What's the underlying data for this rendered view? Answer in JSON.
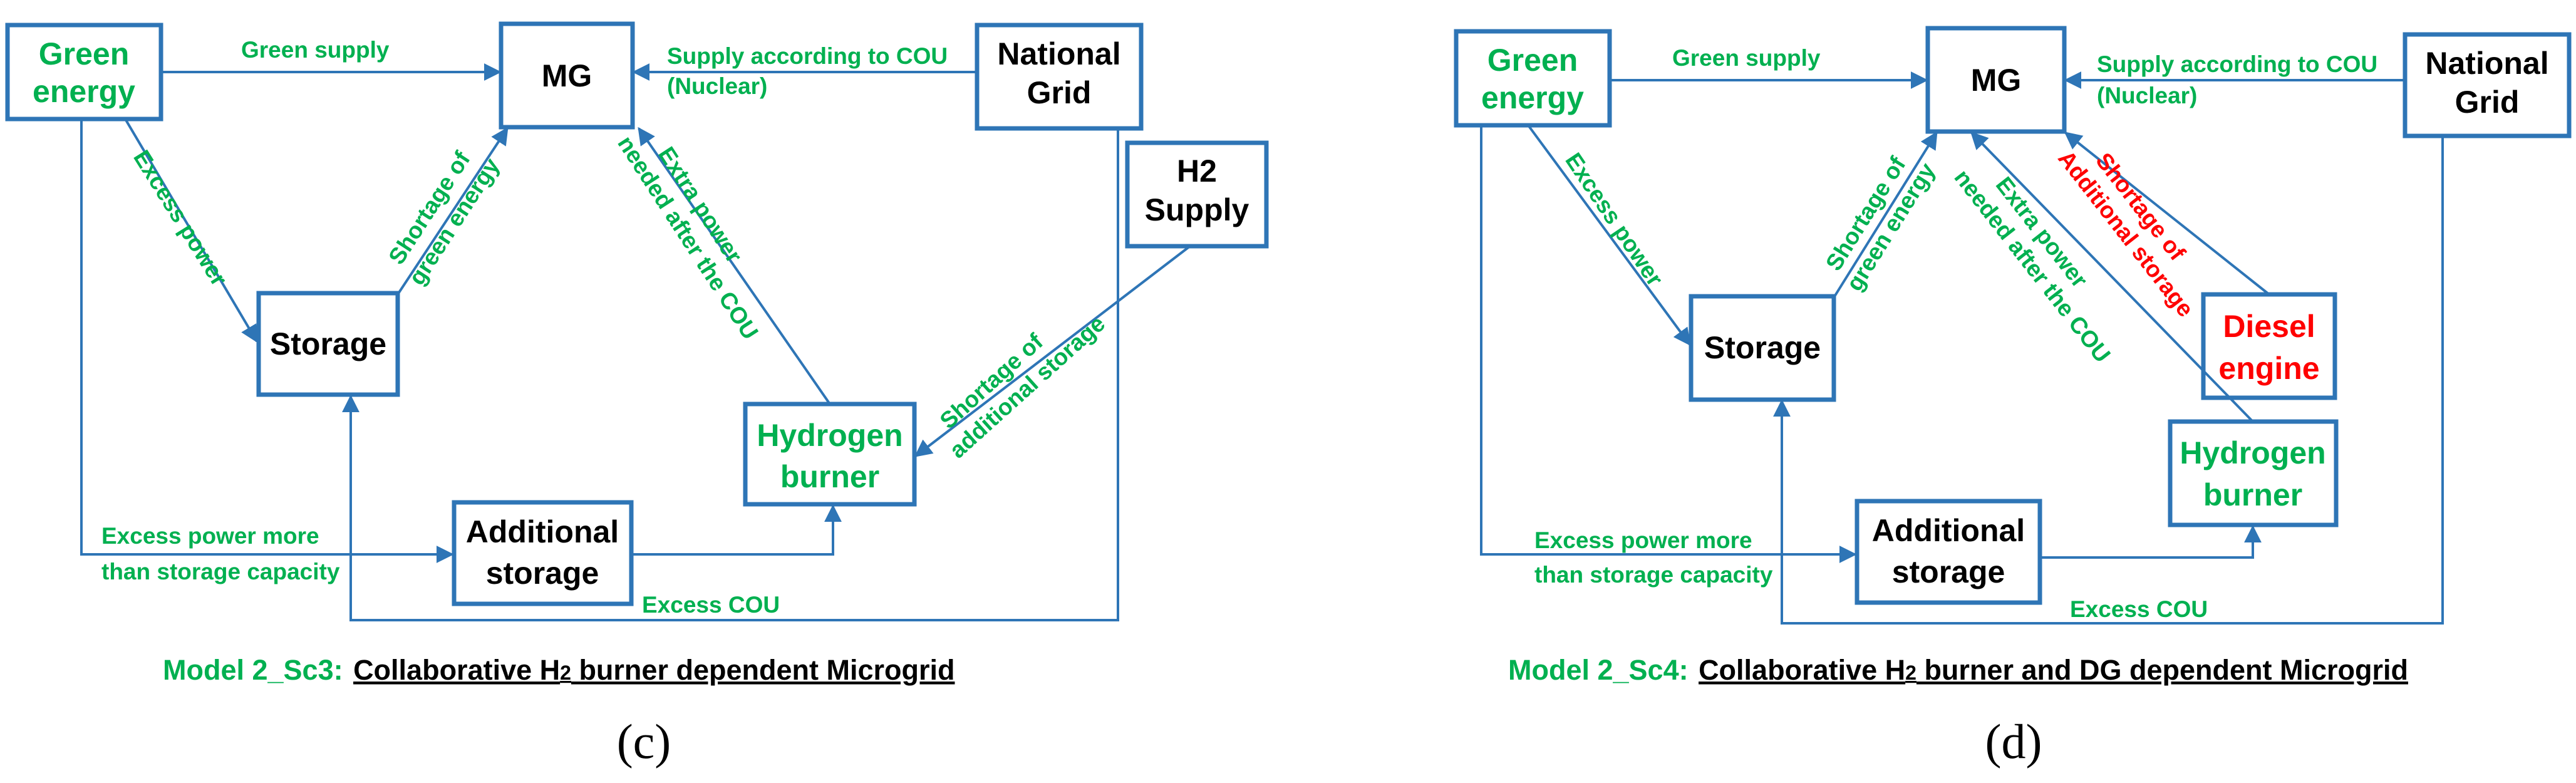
{
  "colors": {
    "box_stroke": "#2E75B6",
    "arrow": "#2E75B6",
    "green_text": "#00B050",
    "red_text": "#FF0000",
    "black_text": "#000000"
  },
  "panel_c": {
    "nodes": {
      "green_energy": [
        "Green",
        "energy"
      ],
      "mg": "MG",
      "national_grid": [
        "National",
        "Grid"
      ],
      "h2_supply": [
        "H2",
        "Supply"
      ],
      "storage": "Storage",
      "hydrogen_burner": [
        "Hydrogen",
        "burner"
      ],
      "additional_storage": [
        "Additional",
        "storage"
      ]
    },
    "edges": {
      "green_supply": "Green supply",
      "supply_cou": [
        "Supply according to COU",
        "(Nuclear)"
      ],
      "excess_power": "Excess power",
      "shortage_green": [
        "Shortage of",
        "green energy"
      ],
      "extra_power": [
        "Extra power",
        "needed after the COU"
      ],
      "shortage_additional": [
        "Shortage of",
        "additional storage"
      ],
      "excess_more": [
        "Excess power more",
        "than storage capacity"
      ],
      "excess_cou": "Excess COU"
    },
    "caption": {
      "model": "Model 2_Sc3:",
      "title_pre": "Collaborative H",
      "title_sub": "2",
      "title_post": " burner dependent Microgrid"
    },
    "label": "(c)"
  },
  "panel_d": {
    "nodes": {
      "green_energy": [
        "Green",
        "energy"
      ],
      "mg": "MG",
      "national_grid": [
        "National",
        "Grid"
      ],
      "diesel_engine": [
        "Diesel",
        "engine"
      ],
      "storage": "Storage",
      "hydrogen_burner": [
        "Hydrogen",
        "burner"
      ],
      "additional_storage": [
        "Additional",
        "storage"
      ]
    },
    "edges": {
      "green_supply": "Green supply",
      "supply_cou": [
        "Supply according to COU",
        "(Nuclear)"
      ],
      "excess_power": "Excess power",
      "shortage_green": [
        "Shortage of",
        "green energy"
      ],
      "extra_power": [
        "Extra power",
        "needed after the COU"
      ],
      "shortage_additional": [
        "Shortage of",
        "Additional storage"
      ],
      "excess_more": [
        "Excess power more",
        "than storage capacity"
      ],
      "excess_cou": "Excess COU"
    },
    "caption": {
      "model": "Model 2_Sc4:",
      "title_pre": "Collaborative H",
      "title_sub": "2",
      "title_post": " burner and DG dependent Microgrid"
    },
    "label": "(d)"
  }
}
